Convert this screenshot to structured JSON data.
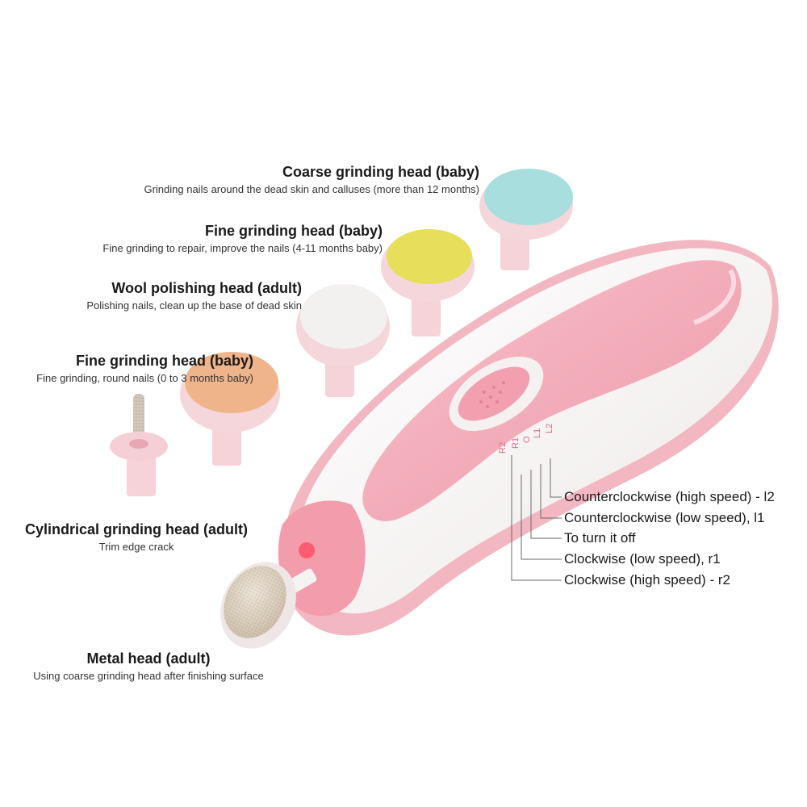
{
  "heads": {
    "coarse_baby": {
      "title": "Coarse grinding head (baby)",
      "desc": "Grinding nails around the dead skin and calluses (more than 12 months)"
    },
    "fine_baby_repair": {
      "title": "Fine grinding head (baby)",
      "desc": "Fine grinding to repair, improve the nails (4-11 months baby)"
    },
    "wool_adult": {
      "title": "Wool polishing head (adult)",
      "desc": "Polishing nails, clean up the base of dead skin"
    },
    "fine_baby_round": {
      "title": "Fine grinding head (baby)",
      "desc": "Fine grinding, round nails (0 to 3 months baby)"
    },
    "cylindrical_adult": {
      "title": "Cylindrical grinding head (adult)",
      "desc": "Trim edge crack"
    },
    "metal_adult": {
      "title": "Metal head (adult)",
      "desc": "Using coarse grinding head after finishing surface"
    }
  },
  "switch_modes": {
    "marks": [
      "R2",
      "R1",
      "O",
      "L1",
      "L2"
    ],
    "items": [
      "Counterclockwise (high speed) - l2",
      "Counterclockwise (low speed), l1",
      "To turn it off",
      "Clockwise (low speed), r1",
      "Clockwise (high speed) - r2"
    ]
  },
  "colors": {
    "body_pink": "#f4a9b6",
    "shell_white": "#f7f4f4",
    "coarse_pad": "#a8dedd",
    "fine_repair_pad": "#e7df5a",
    "wool_pad": "#f3f1f0",
    "fine_round_pad": "#f0b48a",
    "metal_pad": "#d9cdbd"
  }
}
